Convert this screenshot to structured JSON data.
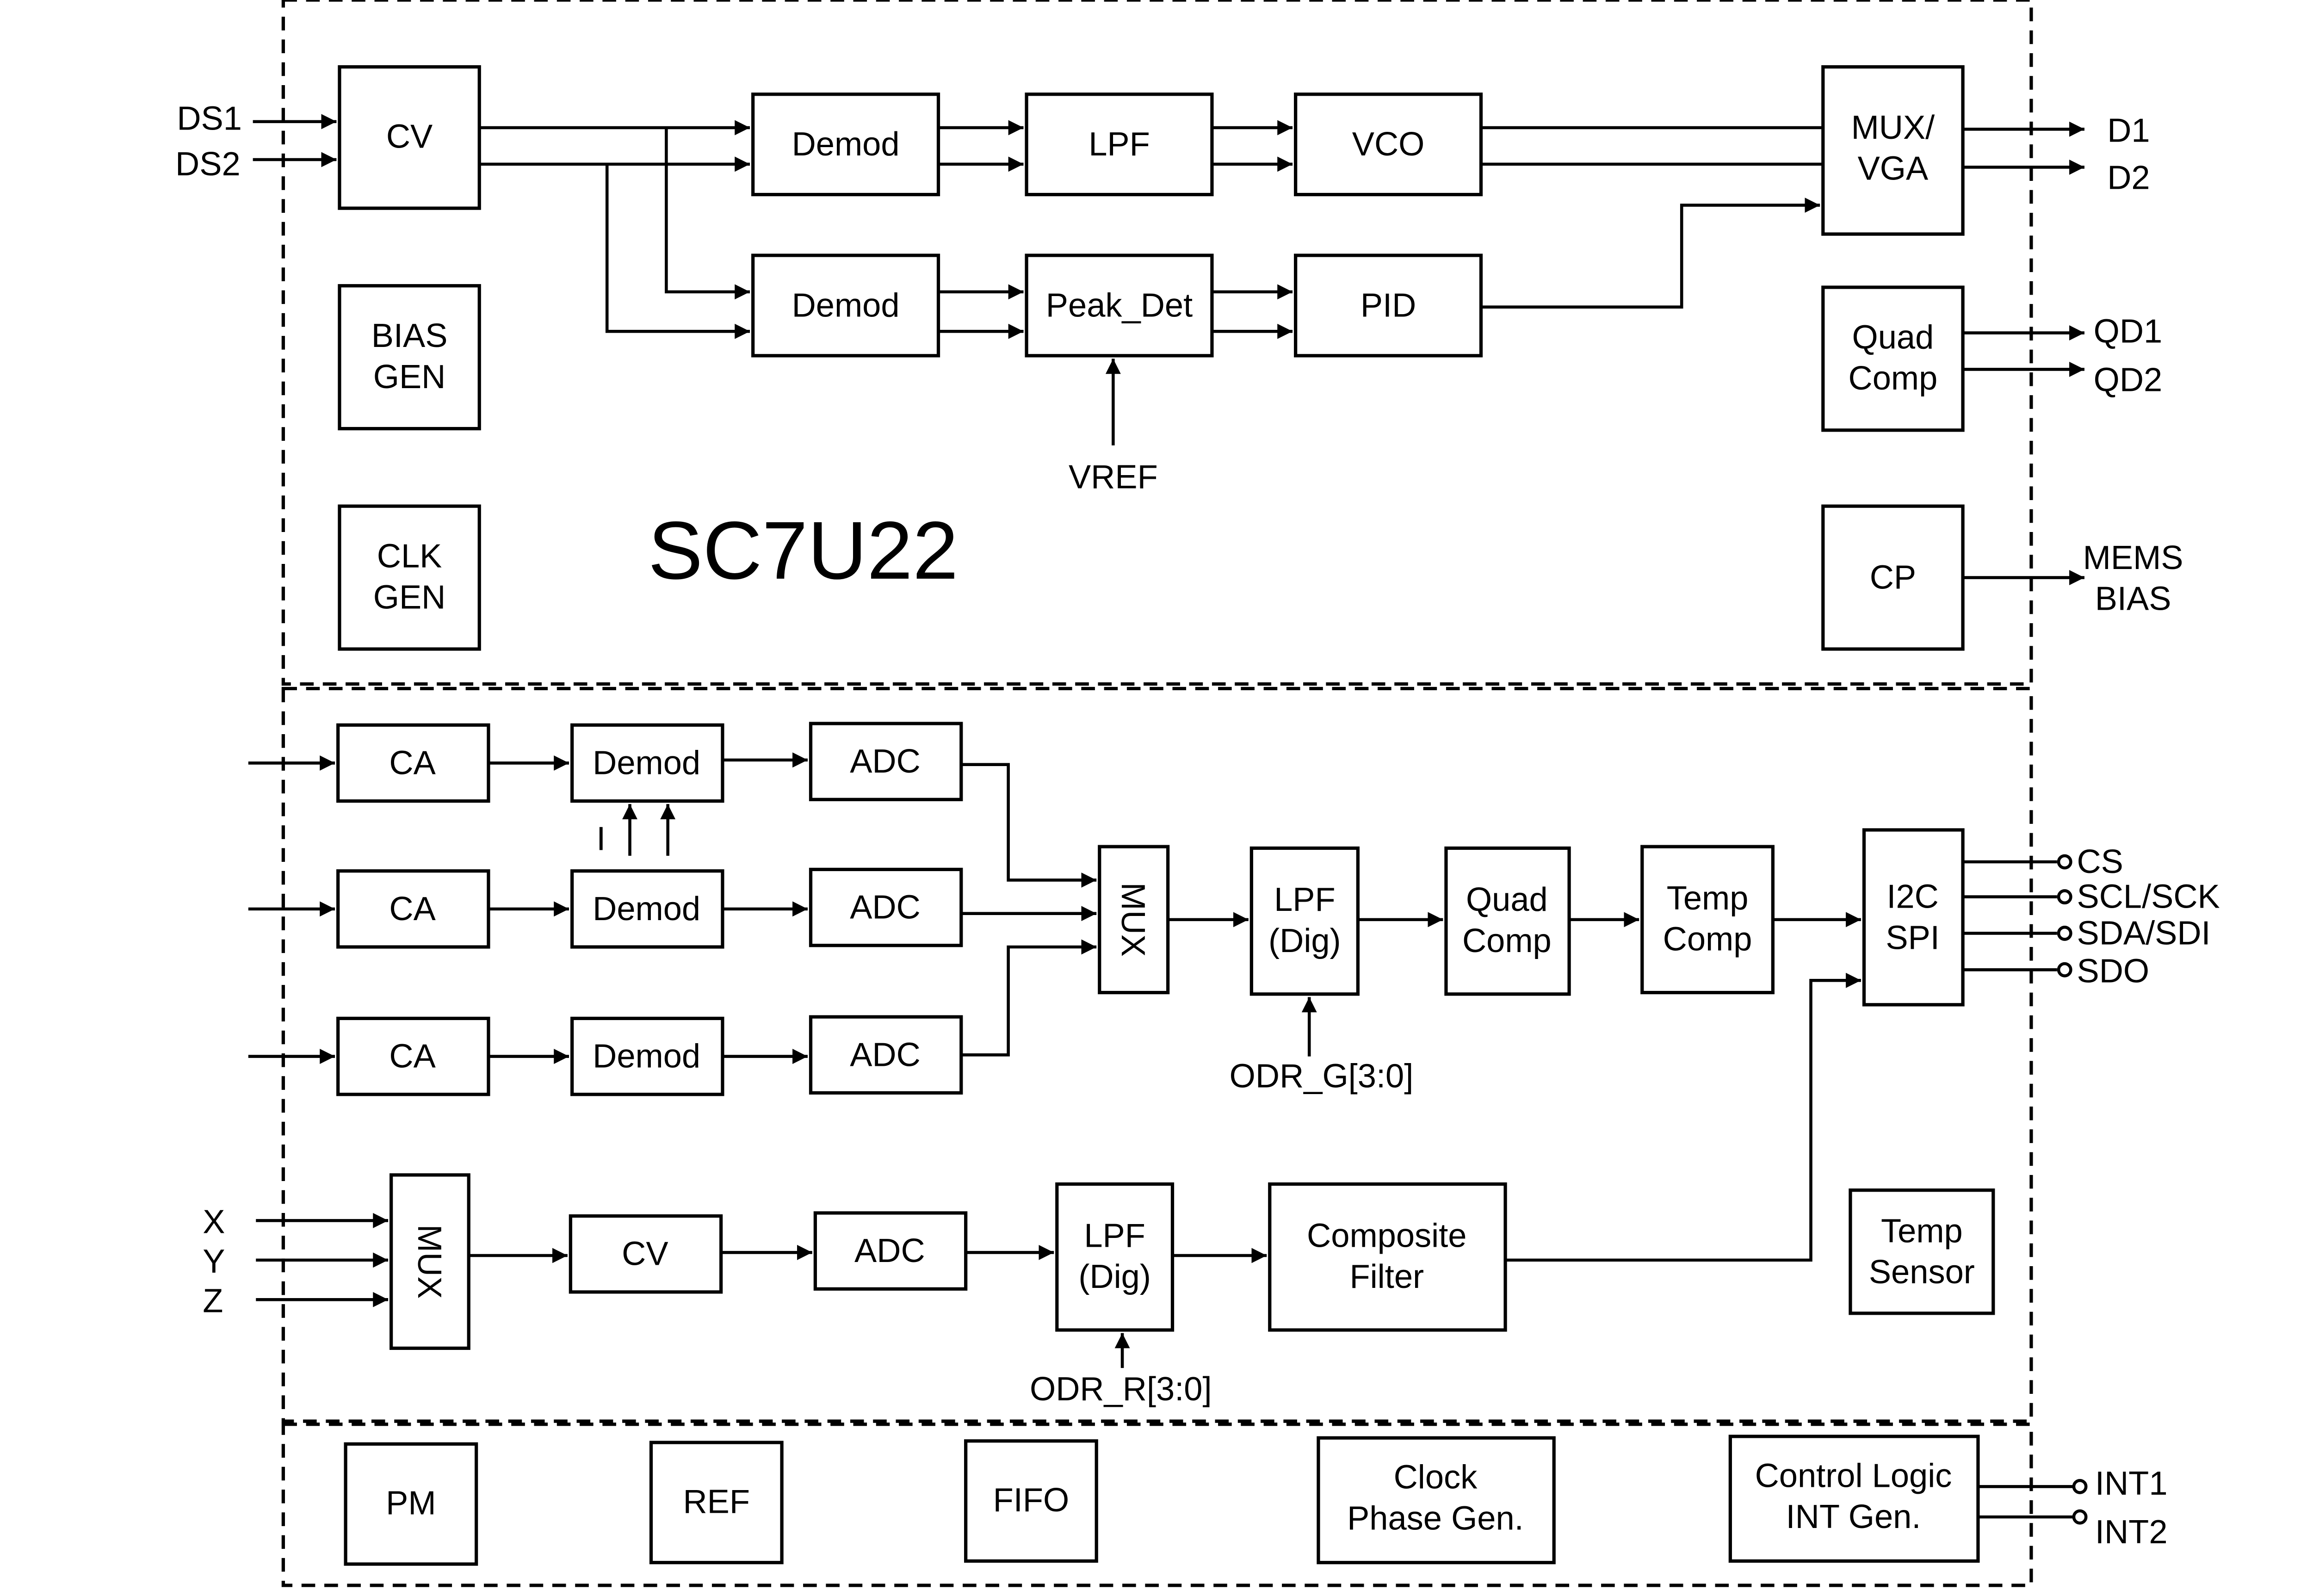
{
  "title": "SC7U22",
  "blocks": {
    "cv_top": "CV",
    "demod_t1": "Demod",
    "lpf_t": "LPF",
    "vco": "VCO",
    "mux_vga": [
      "MUX/",
      "VGA"
    ],
    "demod_t2": "Demod",
    "peak_det": "Peak_Det",
    "pid": "PID",
    "bias_gen": [
      "BIAS",
      "GEN"
    ],
    "clk_gen": [
      "CLK",
      "GEN"
    ],
    "quad_comp_top": [
      "Quad",
      "Comp"
    ],
    "cp": "CP",
    "ca1": "CA",
    "demod_m1": "Demod",
    "adc1": "ADC",
    "ca2": "CA",
    "demod_m2": "Demod",
    "adc2": "ADC",
    "ca3": "CA",
    "demod_m3": "Demod",
    "adc3": "ADC",
    "mux_mid": "MUX",
    "lpf_dig_g": [
      "LPF",
      "(Dig)"
    ],
    "quad_comp_mid": [
      "Quad",
      "Comp"
    ],
    "temp_comp": [
      "Temp",
      "Comp"
    ],
    "i2c_spi": [
      "I2C",
      "SPI"
    ],
    "mux_low": "MUX",
    "cv_low": "CV",
    "adc_low": "ADC",
    "lpf_dig_r": [
      "LPF",
      "(Dig)"
    ],
    "composite_filter": [
      "Composite",
      "Filter"
    ],
    "temp_sensor": [
      "Temp",
      "Sensor"
    ],
    "pm": "PM",
    "ref": "REF",
    "fifo": "FIFO",
    "clock_phase": [
      "Clock",
      "Phase Gen."
    ],
    "control_logic": [
      "Control Logic",
      "INT Gen."
    ]
  },
  "pins": {
    "ds1": "DS1",
    "ds2": "DS2",
    "d1": "D1",
    "d2": "D2",
    "qd1": "QD1",
    "qd2": "QD2",
    "mems_bias": [
      "MEMS",
      "BIAS"
    ],
    "vref": "VREF",
    "i_label": "I",
    "cs": "CS",
    "scl_sck": "SCL/SCK",
    "sda_sdi": "SDA/SDI",
    "sdo": "SDO",
    "odr_g": "ODR_G[3:0]",
    "odr_r": "ODR_R[3:0]",
    "x": "X",
    "y": "Y",
    "z": "Z",
    "int1": "INT1",
    "int2": "INT2"
  }
}
